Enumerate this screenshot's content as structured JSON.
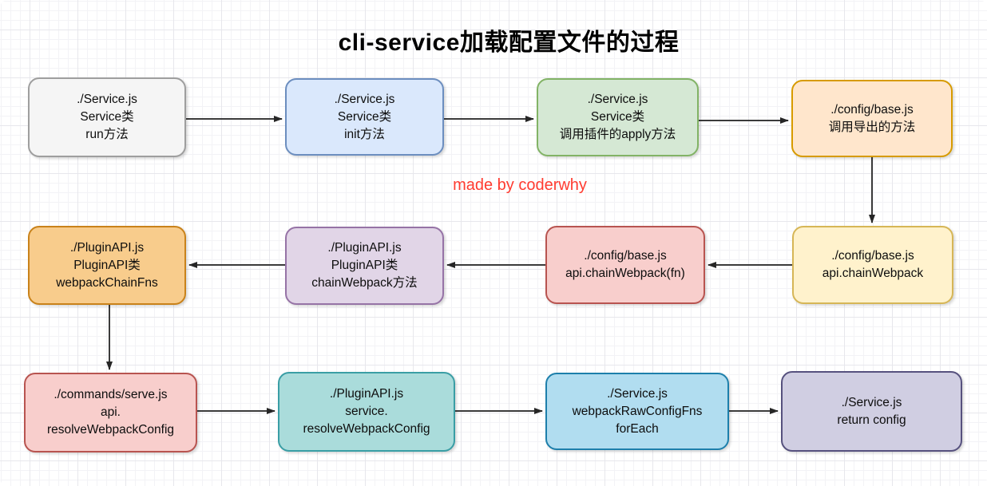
{
  "title": "cli-service加载配置文件的过程",
  "watermark": "made by coderwhy",
  "palette": {
    "gray": {
      "fill": "#f5f5f5",
      "border": "#9e9e9e"
    },
    "blue": {
      "fill": "#dae8fc",
      "border": "#6c8ebf"
    },
    "green": {
      "fill": "#d5e8d4",
      "border": "#82b366"
    },
    "peach": {
      "fill": "#ffe6cc",
      "border": "#d79b00"
    },
    "yellow": {
      "fill": "#fff2cc",
      "border": "#d6b656"
    },
    "red": {
      "fill": "#f8cecc",
      "border": "#b85450"
    },
    "purple": {
      "fill": "#e1d5e7",
      "border": "#9673a6"
    },
    "orange": {
      "fill": "#f8cc8c",
      "border": "#c9821a"
    },
    "teal": {
      "fill": "#aadcdb",
      "border": "#3a9ea5"
    },
    "sky": {
      "fill": "#b1ddf0",
      "border": "#1d7fab"
    },
    "lavender": {
      "fill": "#d0cee2",
      "border": "#56517e"
    },
    "arrow": "#3b3b3b",
    "watermark_color": "#ff3b30",
    "title_color": "#000000"
  },
  "nodes": [
    {
      "id": "service-run",
      "theme": "gray",
      "lines": [
        "./Service.js",
        "Service类",
        "run方法"
      ]
    },
    {
      "id": "service-init",
      "theme": "blue",
      "lines": [
        "./Service.js",
        "Service类",
        "init方法"
      ]
    },
    {
      "id": "service-apply",
      "theme": "green",
      "lines": [
        "./Service.js",
        "Service类",
        "调用插件的apply方法"
      ]
    },
    {
      "id": "base-export",
      "theme": "peach",
      "lines": [
        "./config/base.js",
        "调用导出的方法"
      ]
    },
    {
      "id": "base-chainwebpack",
      "theme": "yellow",
      "lines": [
        "./config/base.js",
        "api.chainWebpack"
      ]
    },
    {
      "id": "base-chainwebpack-fn",
      "theme": "red",
      "lines": [
        "./config/base.js",
        "api.chainWebpack(fn)"
      ]
    },
    {
      "id": "pluginapi-chainwebpack",
      "theme": "purple",
      "lines": [
        "./PluginAPI.js",
        "PluginAPI类",
        "chainWebpack方法"
      ]
    },
    {
      "id": "pluginapi-chainfns",
      "theme": "orange",
      "lines": [
        "./PluginAPI.js",
        "PluginAPI类",
        "webpackChainFns"
      ]
    },
    {
      "id": "serve-resolve",
      "theme": "red",
      "lines": [
        "./commands/serve.js",
        "api.",
        "resolveWebpackConfig"
      ]
    },
    {
      "id": "pluginapi-resolve",
      "theme": "teal",
      "lines": [
        "./PluginAPI.js",
        "service.",
        "resolveWebpackConfig"
      ]
    },
    {
      "id": "service-foreach",
      "theme": "sky",
      "lines": [
        "./Service.js",
        "webpackRawConfigFns",
        "forEach"
      ]
    },
    {
      "id": "service-return",
      "theme": "lavender",
      "lines": [
        "./Service.js",
        "return config"
      ]
    }
  ]
}
